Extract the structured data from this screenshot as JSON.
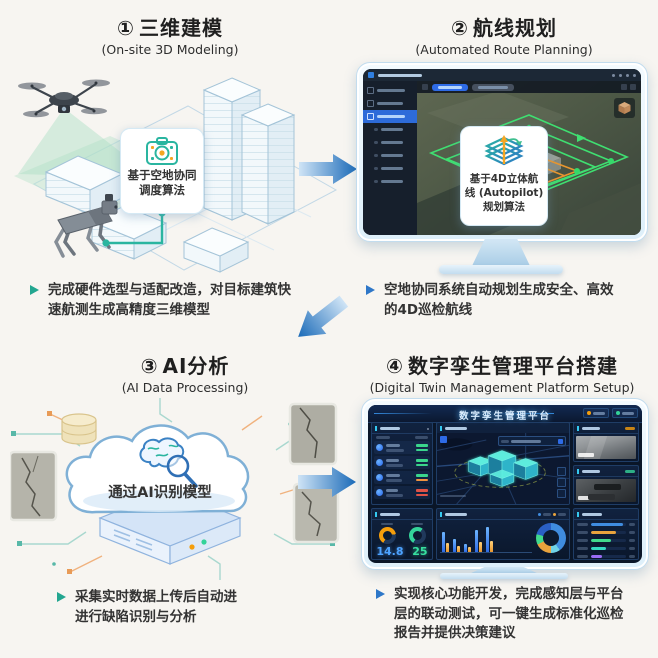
{
  "page": {
    "background": "#f7f5f1",
    "type": "workflow-infographic"
  },
  "sections": [
    {
      "key": "modeling",
      "heading": {
        "number": "①",
        "zh": "三维建模",
        "en": "(On-site 3D Modeling)"
      },
      "card": {
        "lines": [
          "基于空地协同",
          "调度算法"
        ],
        "icon": "camera-icon"
      },
      "bullet": {
        "lines": [
          "完成硬件选型与适配改造，对目标建筑快",
          "速航测生成高精度三维模型"
        ]
      }
    },
    {
      "key": "route-planning",
      "heading": {
        "number": "②",
        "zh": "航线规划",
        "en": "(Automated Route Planning)"
      },
      "card": {
        "lines": [
          "基于4D立体航",
          "线 (Autopilot)",
          "规划算法"
        ],
        "icon": "layers-route-icon"
      },
      "bullet": {
        "lines": [
          "空地协同系统自动规划生成安全、高效",
          "的4D巡检航线"
        ]
      }
    },
    {
      "key": "ai-analysis",
      "heading": {
        "number": "③",
        "zh": "AI分析",
        "en": "(AI Data Processing)"
      },
      "cloud_label": "通过AI识别模型",
      "bullet": {
        "lines": [
          "采集实时数据上传后自动进",
          "进行缺陷识别与分析"
        ]
      }
    },
    {
      "key": "digital-twin-platform",
      "heading": {
        "number": "④",
        "zh": "数字孪生管理平台搭建",
        "en": "(Digital Twin Management Platform Setup)"
      },
      "bullet": {
        "lines": [
          "实现核心功能开发，完成感知层与平台",
          "层的联动测试，可一键生成标准化巡检",
          "报告并提供决策建议"
        ]
      }
    }
  ],
  "dashboard": {
    "title": "数字孪生管理平台",
    "stats": {
      "value_1": "14.8",
      "value_2": "25"
    }
  },
  "icons": {
    "camera": "camera-icon",
    "layers_route": "layers-route-icon",
    "brain": "brain-icon",
    "magnifier": "magnifier-icon",
    "drone": "drone-illustration",
    "robot_dog": "robot-dog-illustration",
    "cloud": "ai-cloud-illustration",
    "server": "server-illustration",
    "flow_arrow": "flow-arrow-icon"
  },
  "colors": {
    "background": "#f7f5f1",
    "title_text": "#1f1f1f",
    "bullet_marker_teal": "#23a690",
    "bullet_marker_blue": "#2e77c8",
    "flow_arrow_blue": "#1a6ab8",
    "card_accent_teal": "#2ab5a0",
    "card_accent_orange": "#f5a623",
    "monitor_frame_blue": "#ddeffa",
    "dashboard_bg": "#0c1a30",
    "dashboard_accent_cyan": "#35c9f0",
    "dashboard_green": "#3ad68c",
    "dashboard_orange": "#f59e0b",
    "dashboard_red": "#e05246",
    "dashboard_blue": "#3f8cdf",
    "route_path_green": "#3fdf71",
    "route_path_orange": "#e8962e"
  }
}
